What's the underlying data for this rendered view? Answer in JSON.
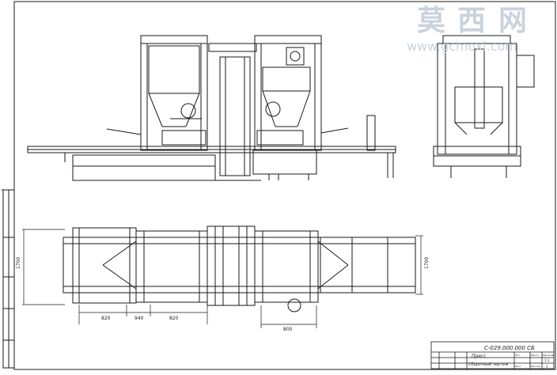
{
  "watermark": {
    "chars": [
      "莫",
      "西",
      "网"
    ],
    "url": "www.gcmoxi.com",
    "color": "#c9d3dd"
  },
  "dimensions": {
    "d_left_height": "1700",
    "d_right_height": "1700",
    "d_a": "820",
    "d_b": "940",
    "d_c": "820",
    "d_d": "800"
  },
  "title_block": {
    "doc_number": "С-029.000.000 СБ",
    "name_line1": "Пресс",
    "name_line2": "Сборочный чертеж",
    "lit": "Лит.",
    "mass": "Масса",
    "scale": "Масштаб",
    "scale_value": "1:1",
    "sheet_label": "Лист",
    "sheets_label": "Листов",
    "sheets_value": "1"
  },
  "colors": {
    "line": "#1a1a1a",
    "background": "#ffffff"
  }
}
